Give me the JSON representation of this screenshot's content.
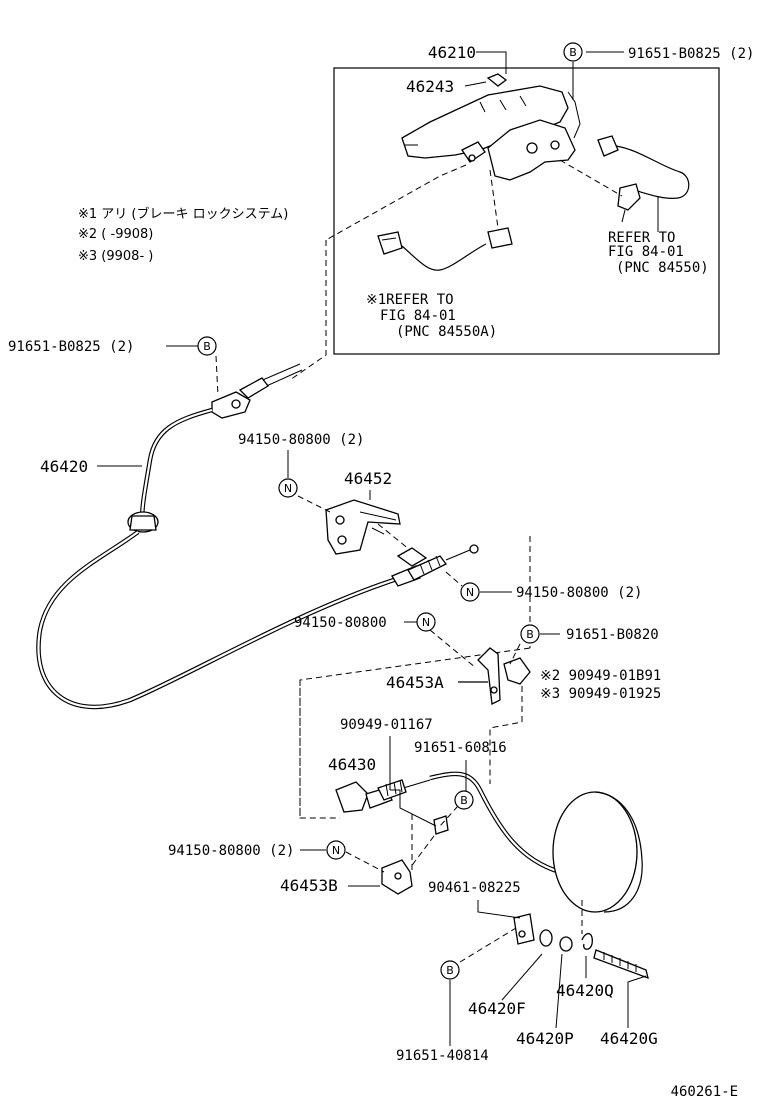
{
  "notes": {
    "n1": "※1 アリ (ブレーキ ロックシステム)",
    "n2": "※2 (     -9908)",
    "n3": "※3 (9908-     )"
  },
  "badges": {
    "b": "B",
    "n": "N"
  },
  "labels": {
    "p46210": "46210",
    "p46243": "46243",
    "top_bolt": "91651-B0825 (2)",
    "ref1_a": "REFER TO",
    "ref1_b": "FIG 84-01",
    "ref1_c": "(PNC 84550)",
    "ref2_a": "※1REFER TO",
    "ref2_b": "FIG 84-01",
    "ref2_c": "(PNC 84550A)",
    "left_bolt": "91651-B0825 (2)",
    "p46420": "46420",
    "nut_94150_2a": "94150-80800 (2)",
    "p46452": "46452",
    "nut_94150_2b": "94150-80800 (2)",
    "nut_94150": "94150-80800",
    "bolt_91651_b0820": "91651-B0820",
    "p46453a": "46453A",
    "clip_n2": "※2 90949-01B91",
    "clip_n3": "※3 90949-01925",
    "clip_90949_01167": "90949-01167",
    "bolt_91651_60816": "91651-60816",
    "p46430": "46430",
    "nut_94150_2c": "94150-80800 (2)",
    "p46453b": "46453B",
    "clamp_90461": "90461-08225",
    "p46420f": "46420F",
    "p46420q": "46420Q",
    "p46420p": "46420P",
    "p46420g": "46420G",
    "bolt_91651_40814": "91651-40814",
    "figure_id": "460261-E"
  }
}
